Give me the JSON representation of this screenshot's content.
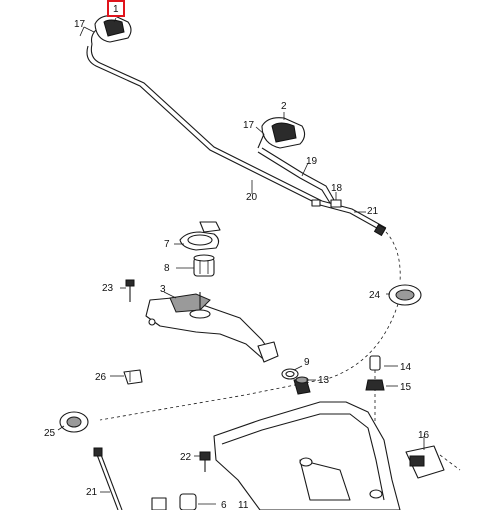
{
  "diagram": {
    "callouts": {
      "c1": "1",
      "c2": "2",
      "c3": "3",
      "c6": "6",
      "c7": "7",
      "c8": "8",
      "c9": "9",
      "c11": "11",
      "c13": "13",
      "c14": "14",
      "c15": "15",
      "c16": "16",
      "c17a": "17",
      "c17b": "17",
      "c18": "18",
      "c19": "19",
      "c20": "20",
      "c21a": "21",
      "c21b": "21",
      "c22": "22",
      "c23": "23",
      "c24": "24",
      "c25": "25",
      "c26": "26"
    },
    "highlighted_callout": "1",
    "highlight_color": "#e0141c"
  }
}
